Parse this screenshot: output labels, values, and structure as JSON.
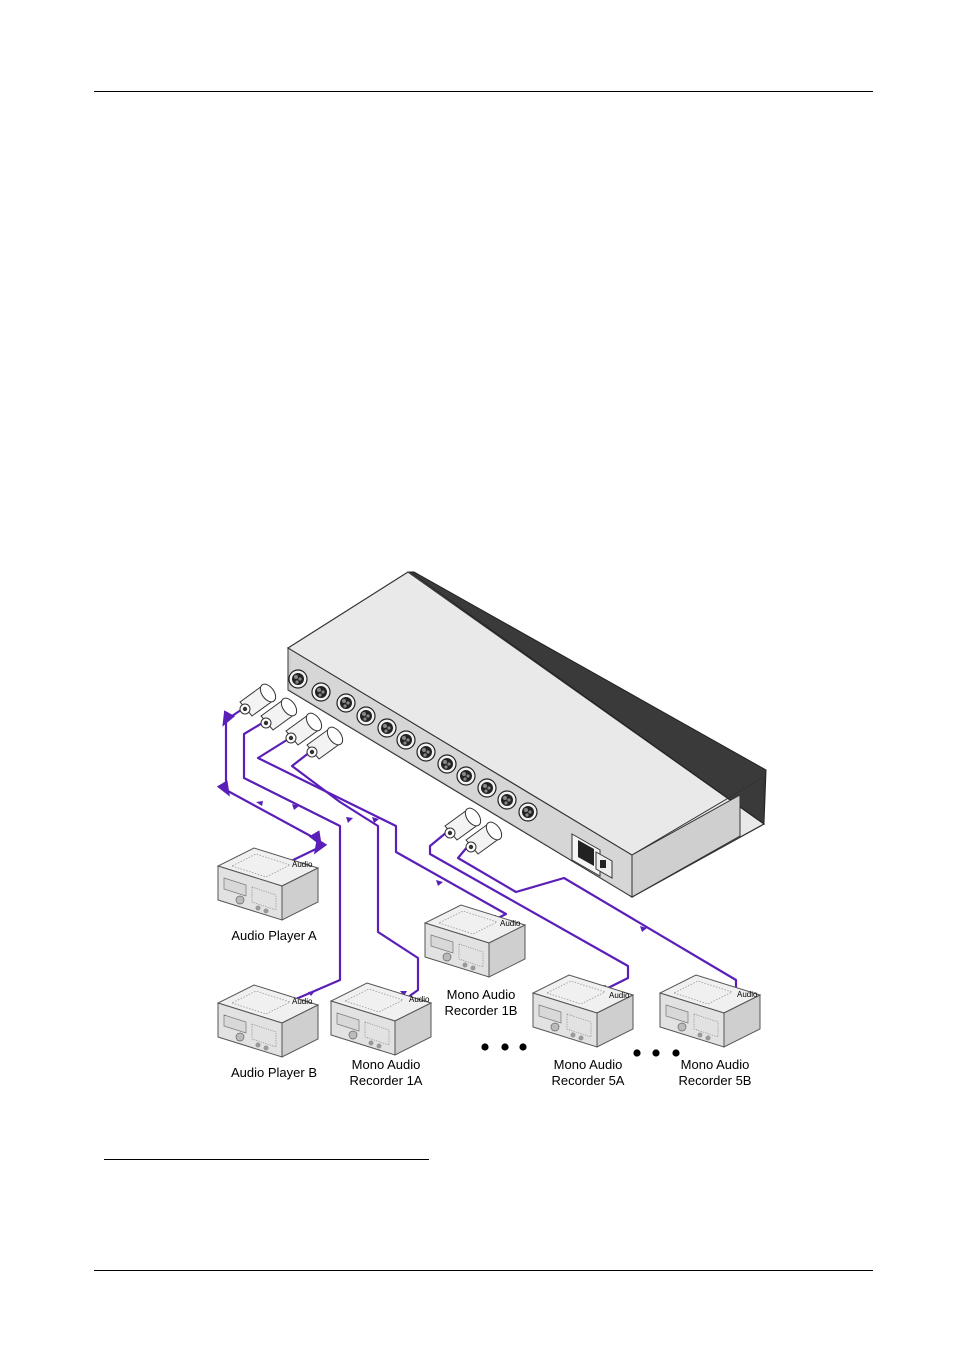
{
  "colors": {
    "cable": "#5a1fb8",
    "chassis_top": "#e6e6e6",
    "chassis_front": "#d0d0d0",
    "chassis_edge": "#4a4a4a"
  },
  "labels": {
    "audio_player_a": "Audio Player A",
    "audio_player_b": "Audio Player B",
    "recorder_1a_line1": "Mono Audio",
    "recorder_1a_line2": "Recorder 1A",
    "recorder_1b_line1": "Mono Audio",
    "recorder_1b_line2": "Recorder 1B",
    "recorder_5a_line1": "Mono Audio",
    "recorder_5a_line2": "Recorder 5A",
    "recorder_5b_line1": "Mono Audio",
    "recorder_5b_line2": "Recorder 5B",
    "port_tag": "Audio"
  },
  "icons": [
    "audio-device-icon",
    "xlr-connector-icon",
    "power-inlet-icon",
    "ellipsis-icon"
  ]
}
